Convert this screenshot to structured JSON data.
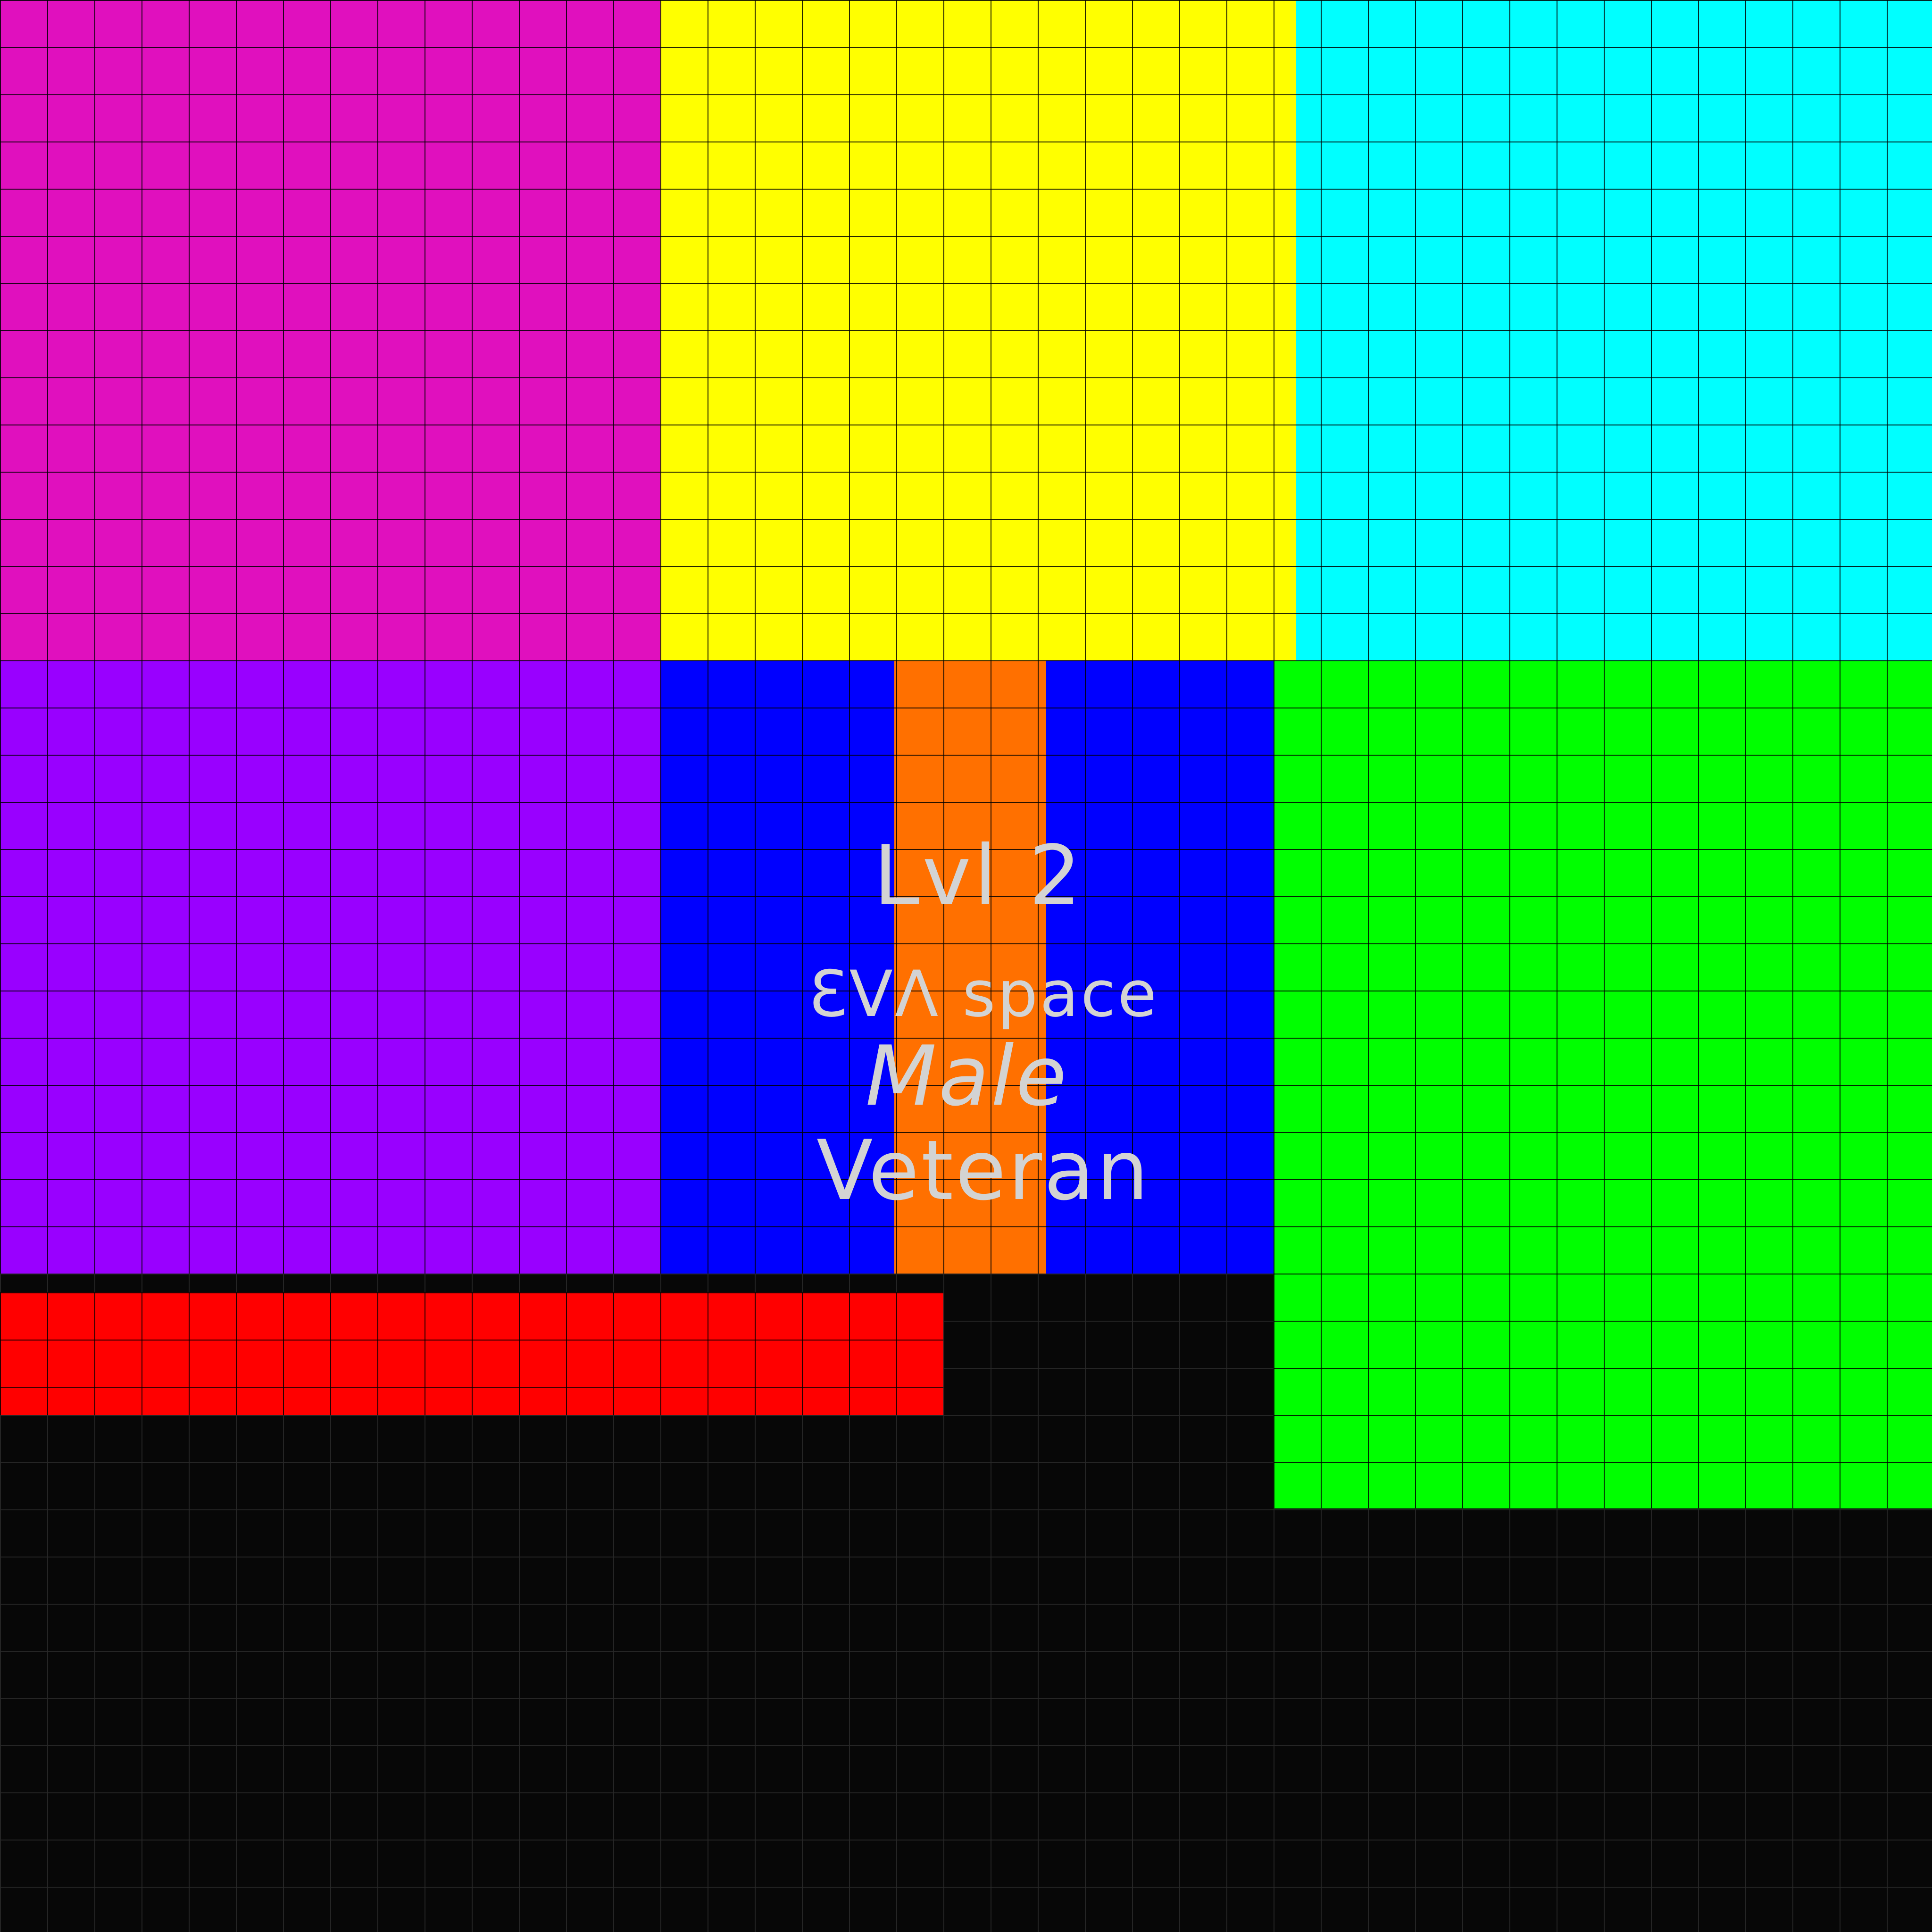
{
  "colors": {
    "background": "#070707",
    "magenta": "#e010be",
    "yellow": "#ffff00",
    "cyan": "#00ffff",
    "purple": "#9900ff",
    "blue": "#0000ff",
    "orange": "#ff7000",
    "green": "#00ff00",
    "red": "#ff0000",
    "text": "#d3d3d3"
  },
  "labels": {
    "level": "Lvl 2",
    "mode": "ƐVΛ space",
    "gender": "Male",
    "rank": "Veteran"
  }
}
